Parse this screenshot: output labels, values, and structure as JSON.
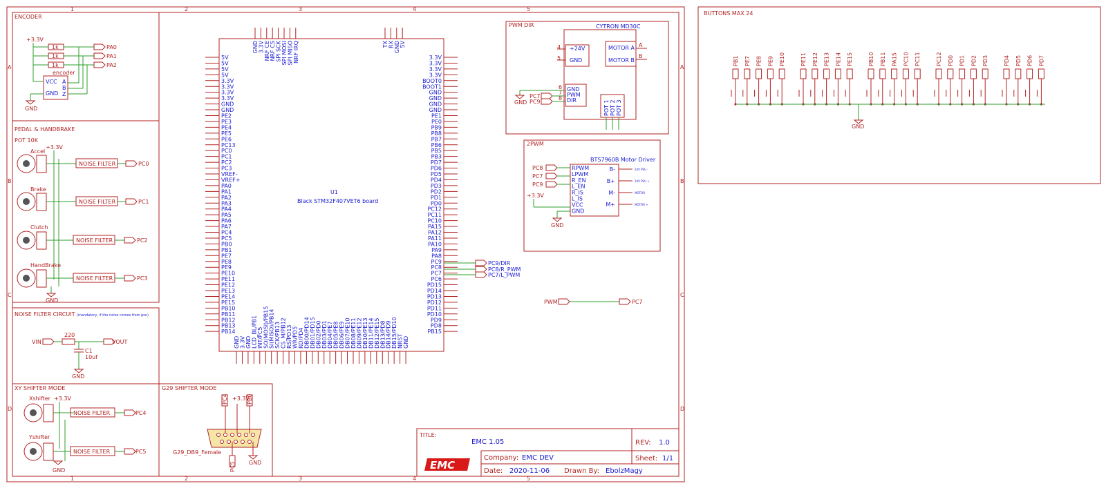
{
  "frame": {
    "cols": [
      "1",
      "2",
      "3",
      "4",
      "5"
    ],
    "rows": [
      "A",
      "B",
      "C",
      "D"
    ]
  },
  "sections": {
    "encoder": {
      "title": "ENCODER",
      "vcc": "+3.3V",
      "resistors": [
        "1k",
        "1k",
        "1k"
      ],
      "ports": [
        "PA0",
        "PA1",
        "PA2"
      ],
      "part": "encoder",
      "pins": [
        "VCC",
        "GND",
        "A",
        "B",
        "Z"
      ],
      "gnd": "GND"
    },
    "pedal": {
      "title": "PEDAL & HANDBRAKE",
      "pot": "POT 10K",
      "vcc": "+3.3V",
      "pots": [
        {
          "name": "Accel",
          "filter": "NOISE FILTER",
          "port": "PC0"
        },
        {
          "name": "Brake",
          "filter": "NOISE FILTER",
          "port": "PC1"
        },
        {
          "name": "Clutch",
          "filter": "NOISE FILTER",
          "port": "PC2"
        },
        {
          "name": "HandBrake",
          "filter": "NOISE FILTER",
          "port": "PC3"
        }
      ],
      "gnd": "GND"
    },
    "noise": {
      "title": "NOISE FILTER CIRCUIT",
      "note": "(mandatory, if the noise comes from psu)",
      "vin": "VIN",
      "vout": "VOUT",
      "res": "220",
      "cap": "C1",
      "cap_val": "10uf",
      "gnd": "GND"
    },
    "xy": {
      "title": "XY SHIFTER MODE",
      "vcc": "+3.3V",
      "items": [
        {
          "name": "Xshifter",
          "filter": "NOISE FILTER",
          "port": "PC4"
        },
        {
          "name": "Yshifter",
          "filter": "NOISE FILTER",
          "port": "PC5"
        }
      ],
      "gnd": "GND"
    },
    "g29": {
      "title": "G29 SHIFTER MODE",
      "top_labels": [
        "PC4",
        "+3.3V",
        "PB0"
      ],
      "bottom_label": "PC5",
      "connector": "G29_DB9_Female",
      "gnd": "GND"
    },
    "mcu": {
      "ref": "U1",
      "name": "Black STM32F407VET6 board",
      "left_pins": [
        "5V",
        "5V",
        "5V",
        "5V",
        "3.3V",
        "3.3V",
        "3.3V",
        "3.3V",
        "GND",
        "GND",
        "PE2",
        "PE3",
        "PE4",
        "PE5",
        "PE6",
        "PC13",
        "PC0",
        "PC1",
        "PC2",
        "PC3",
        "VREF-",
        "VREF+",
        "PA0",
        "PA1",
        "PA2",
        "PA3",
        "PA4",
        "PA5",
        "PA6",
        "PA7",
        "PC4",
        "PC5",
        "PB0",
        "PB1",
        "PE7",
        "PE8",
        "PE9",
        "PE10",
        "PE11",
        "PE12",
        "PE13",
        "PE14",
        "PE15",
        "PB10",
        "PB11",
        "PB12",
        "PB13",
        "PB14"
      ],
      "right_pins": [
        "3.3V",
        "3.3V",
        "3.3V",
        "3.3V",
        "BOOT0",
        "BOOT1",
        "GND",
        "GND",
        "GND",
        "GND",
        "PE1",
        "PE0",
        "PB9",
        "PB8",
        "PB7",
        "PB6",
        "PB5",
        "PB3",
        "PD7",
        "PD6",
        "PD5",
        "PD4",
        "PD3",
        "PD2",
        "PD1",
        "PD0",
        "PC12",
        "PC11",
        "PC10",
        "PA15",
        "PA12",
        "PA11",
        "PA10",
        "PA9",
        "PA8",
        "PC9",
        "PC8",
        "PC7",
        "PC6",
        "PD15",
        "PD14",
        "PD13",
        "PD12",
        "PD11",
        "PD10",
        "PD9",
        "PD8",
        "PB15"
      ],
      "top_pins_left": [
        "GND",
        "3.3V",
        "NRF CE",
        "NRF CS",
        "SPI SCK",
        "SPI MOSI",
        "SPI MISO",
        "NRF IRQ"
      ],
      "top_pins_right": [
        "TX",
        "RX",
        "GND",
        "5V"
      ],
      "bottom_pins": [
        "GND",
        "3.3V",
        "GND",
        "LCD_BL/PB1",
        "INT/PC5",
        "SO(MOSI)/PB15",
        "SI(MISO)/PB14",
        "SCK/PB13",
        "CS_M/PB12",
        "RS/PD13",
        "WR/PD5",
        "RD/PD4",
        "DB00/PD14",
        "DB01/PD15",
        "DB02/PD0",
        "DB03/PD1",
        "DB04/PE7",
        "DB05/PE8",
        "DB06/PE9",
        "DB07/PE10",
        "DB08/PE11",
        "DB09/PE12",
        "DB10/PE13",
        "DB11/PE14",
        "DB12/PE15",
        "DB13/PD8",
        "DB14/PD9",
        "DB15/PD10",
        "NRST",
        "GND"
      ],
      "ext_labels": [
        "PC9/DIR",
        "PC8/R_PWM",
        "PC7/L_PWM"
      ]
    },
    "pwmdir": {
      "title": "PWM DIR",
      "module": "CYTRON MD30C",
      "pins_top": [
        {
          "n": "4",
          "l": "+24V"
        },
        {
          "n": "5",
          "l": "GND"
        }
      ],
      "motor": [
        "MOTOR A",
        "MOTOR B"
      ],
      "motor_pins": [
        "A",
        "B"
      ],
      "ctrl_nums": [
        "6",
        "7",
        "8"
      ],
      "ctrl": [
        "GND",
        "PWM",
        "DIR"
      ],
      "ports": [
        "PC7",
        "PC9"
      ],
      "pot": [
        "POT 1",
        "POT 2",
        "POT 3"
      ],
      "gnd": "GND"
    },
    "twopwm": {
      "title": "2PWM",
      "module": "BTS7960B Motor Driver",
      "pins": [
        "RPWM",
        "LPWM",
        "R_EN",
        "L_EN",
        "R_IS",
        "L_IS",
        "VCC",
        "GND"
      ],
      "ports": [
        "PC8",
        "PC7",
        "PC9"
      ],
      "vcc": "+3.3V",
      "outputs": [
        "B-",
        "B+",
        "M-",
        "M+"
      ],
      "out_notes": [
        "24V PSU -",
        "24V PSU +",
        "MOTOR -",
        "MOTOR +"
      ],
      "gnd": "GND"
    },
    "pwm_link": {
      "from": "PWM",
      "to": "PC7"
    },
    "buttons": {
      "title": "BUTTONS MAX 24",
      "labels": [
        "PB1",
        "PE7",
        "PE8",
        "PE9",
        "PE10",
        "PE11",
        "PE12",
        "PE13",
        "PE14",
        "PE15",
        "PB10",
        "PB11",
        "PA15",
        "PC10",
        "PC11",
        "PC12",
        "PD0",
        "PD1",
        "PD2",
        "PD3",
        "PD4",
        "PD5",
        "PD6",
        "PD7"
      ],
      "gnd": "GND"
    },
    "titleblock": {
      "title_label": "TITLE:",
      "title": "EMC 1.05",
      "rev_label": "REV:",
      "rev": "1.0",
      "company_label": "Company:",
      "company": "EMC DEV",
      "sheet_label": "Sheet:",
      "sheet": "1/1",
      "date_label": "Date:",
      "date": "2020-11-06",
      "drawn_label": "Drawn By:",
      "drawn": "EbolzMagy",
      "logo": "EMC"
    }
  }
}
